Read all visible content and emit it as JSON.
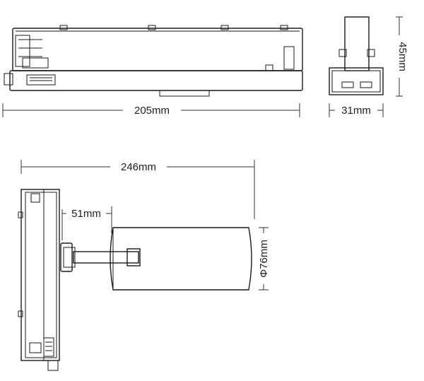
{
  "dimensions": {
    "top_length": "205mm",
    "end_width": "31mm",
    "end_height": "45mm",
    "side_length": "246mm",
    "arm_offset": "51mm",
    "head_diameter": "Φ76mm"
  }
}
